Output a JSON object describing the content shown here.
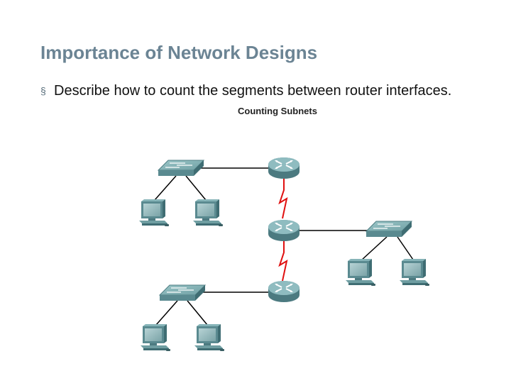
{
  "slide": {
    "title": "Importance of Network Designs",
    "bullet_marker": "§",
    "bullet_text": "Describe how to count the segments between router interfaces."
  },
  "diagram": {
    "title": "Counting Subnets",
    "colors": {
      "device_body": "#5f8f95",
      "device_top": "#86b7ba",
      "device_dark": "#3f6f75",
      "serial_link": "#e01010",
      "ethernet_link": "#000000"
    },
    "icons": [
      "router-icon",
      "switch-icon",
      "computer-icon"
    ]
  }
}
